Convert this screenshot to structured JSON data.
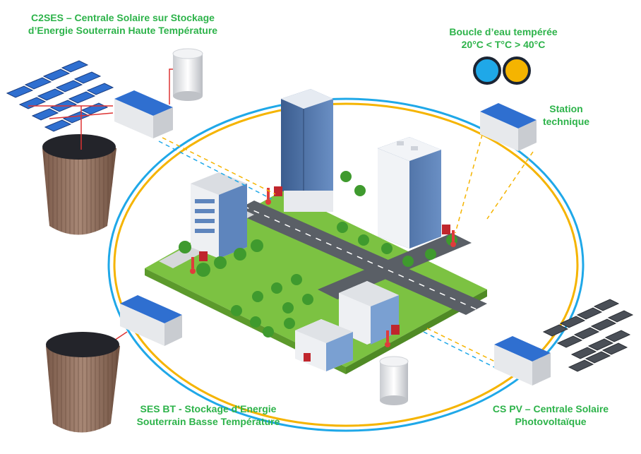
{
  "labels": {
    "c2ses": [
      "C2SES – Centrale Solaire sur Stockage",
      "d’Energie Souterrain Haute Température"
    ],
    "loop": [
      "Boucle d’eau tempérée",
      "20°C < T°C > 40°C"
    ],
    "station": [
      "Station",
      "technique"
    ],
    "ses_bt": [
      "SES BT - Stockage d’Energie",
      "Souterrain Basse Température"
    ],
    "cs_pv": [
      "CS PV – Centrale Solaire",
      "Photovoltaïque"
    ]
  },
  "colors": {
    "label_green": "#2db34a",
    "loop_blue": "#1fa8e8",
    "loop_orange": "#f5b400",
    "grass": "#7cc242",
    "road": "#5a5f66",
    "tank_brown": "#8a6a5a",
    "solar_blue": "#2f6fd0"
  },
  "icons": [
    "solar-panel-array-icon",
    "container-unit-icon",
    "water-tank-icon",
    "underground-storage-icon",
    "office-tower-icon",
    "thermometer-icon",
    "heat-pump-icon",
    "tree-icon"
  ]
}
